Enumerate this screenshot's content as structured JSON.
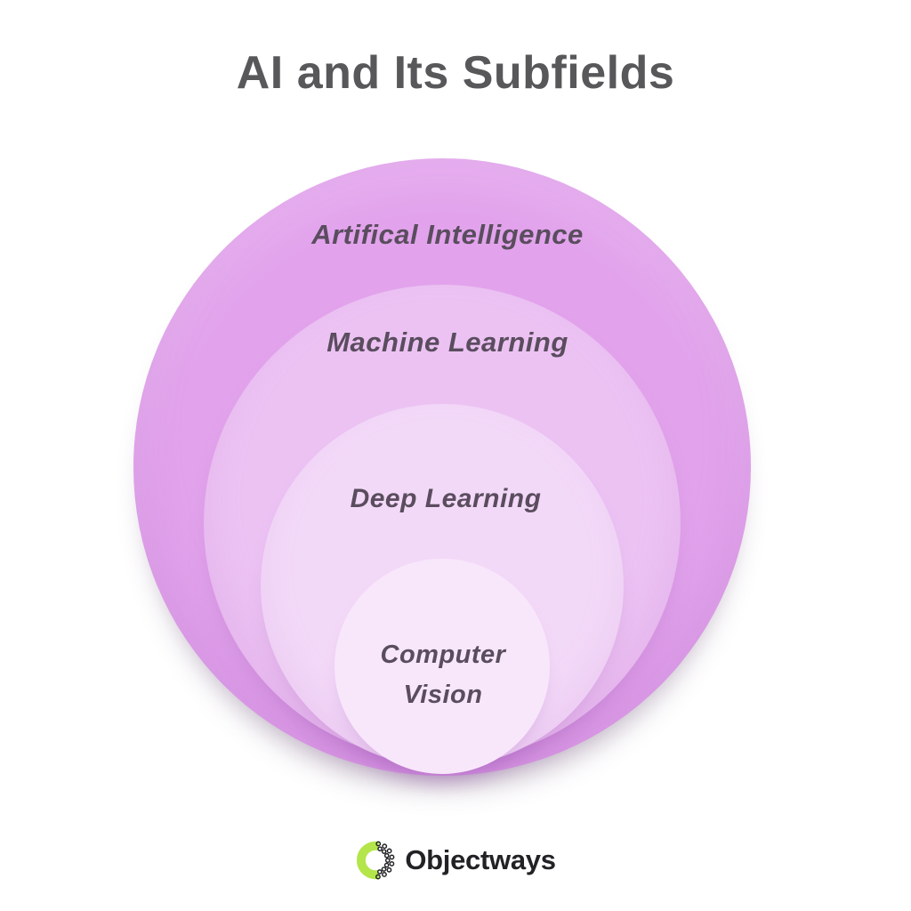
{
  "title": "AI and Its Subfields",
  "diagram": {
    "type": "nested-circles",
    "label_color": "#5A4D5E",
    "circles": [
      {
        "id": "artificial-intelligence",
        "label": "Artifical Intelligence",
        "fill": "#E2A3EC",
        "level": 1
      },
      {
        "id": "machine-learning",
        "label": "Machine Learning",
        "fill": "#ECC2F3",
        "level": 2
      },
      {
        "id": "deep-learning",
        "label": "Deep Learning",
        "fill": "#F3D9F8",
        "level": 3
      },
      {
        "id": "computer-vision",
        "label": "Computer Vision",
        "fill": "#F8E7FB",
        "level": 4
      }
    ]
  },
  "footer": {
    "brand": "Objectways",
    "logo_colors": {
      "green": "#B4E54A",
      "dark": "#222226"
    }
  }
}
